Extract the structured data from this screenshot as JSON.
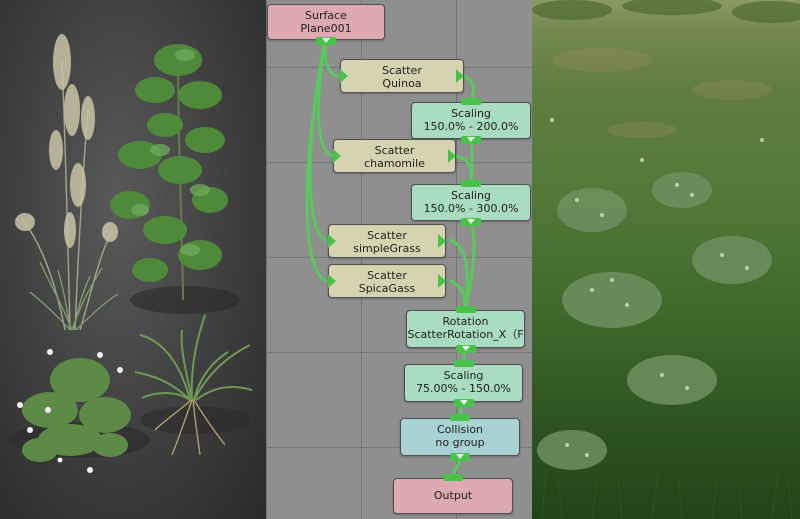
{
  "nodes": {
    "surface": {
      "title": "Surface",
      "subtitle": "Plane001"
    },
    "scatter1": {
      "title": "Scatter",
      "subtitle": "Quinoa"
    },
    "scaling1": {
      "title": "Scaling",
      "subtitle": "150.0% - 200.0%"
    },
    "scatter2": {
      "title": "Scatter",
      "subtitle": "chamomile"
    },
    "scaling2": {
      "title": "Scaling",
      "subtitle": "150.0% - 300.0%"
    },
    "scatter3": {
      "title": "Scatter",
      "subtitle": "simpleGrass"
    },
    "scatter4": {
      "title": "Scatter",
      "subtitle": "SpicaGass"
    },
    "rotation": {
      "title": "Rotation",
      "subtitle": "ScatterRotation_X（F"
    },
    "scaling3": {
      "title": "Scaling",
      "subtitle": "75.00% - 150.0%"
    },
    "collision": {
      "title": "Collision",
      "subtitle": "no group"
    },
    "output": {
      "title": "Output"
    }
  },
  "colors": {
    "wire": "#58c95c",
    "surface_node": "#dcaab0",
    "scatter_node": "#d6d3b0",
    "modifier_node": "#a9dcc0",
    "collision_node": "#a7d1d3"
  }
}
